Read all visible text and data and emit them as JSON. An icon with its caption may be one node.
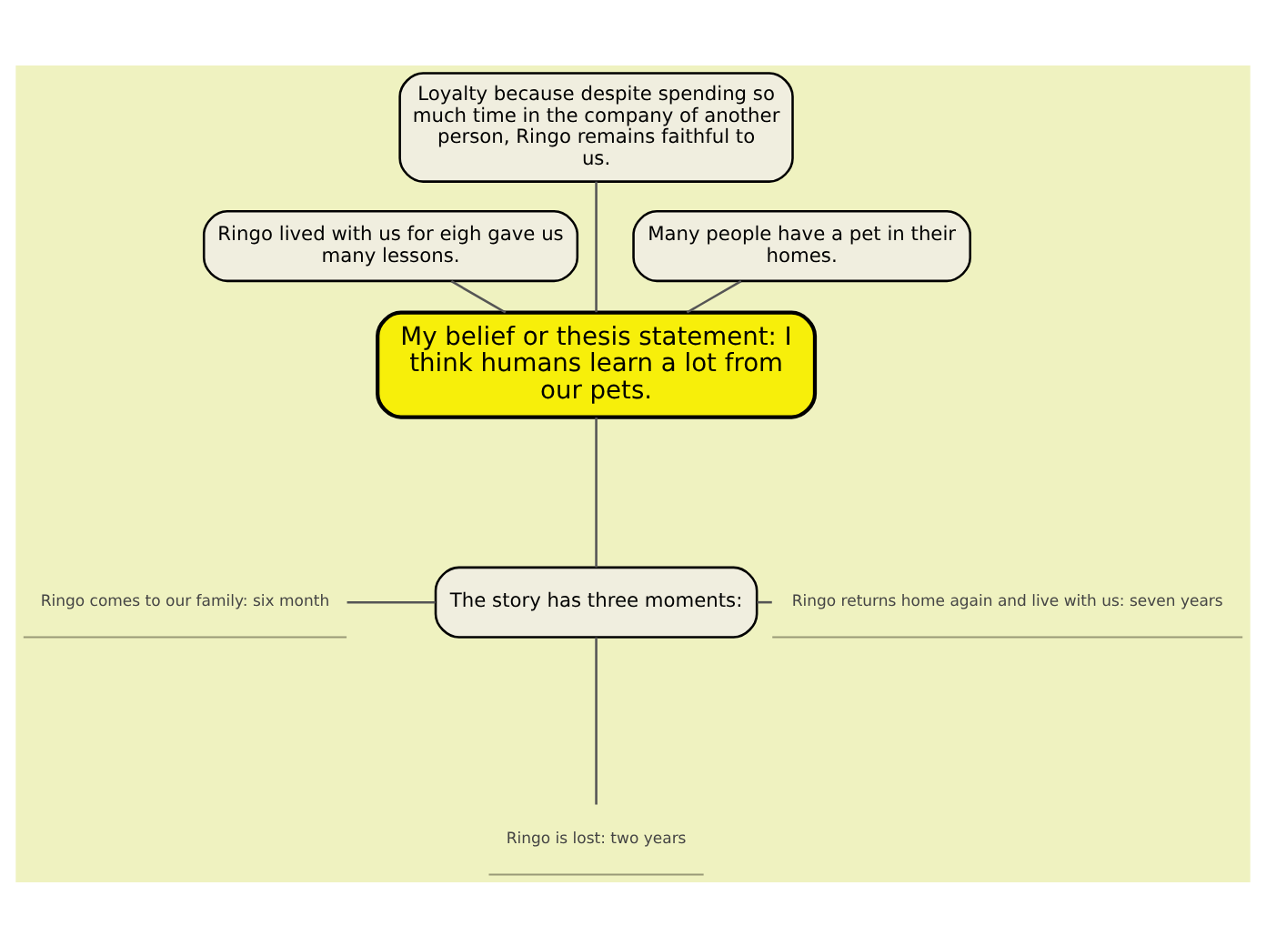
{
  "diagram": {
    "nodes": [
      {
        "text": [
          "My belief or thesis statement: I think humans learn a lot from our pets."
        ]
      },
      {
        "text": [
          "Many people have a pet in their homes."
        ]
      },
      {
        "text": [
          "Loyalty because despite spending so much time in the company of another person, Ringo remains faithful to us."
        ]
      },
      {
        "text": [
          "Ringo lived with us for eigh gave us many lessons."
        ]
      },
      {
        "text": [
          "The story has three moments:"
        ]
      },
      {
        "text": [
          "Ringo comes to our family: six month"
        ]
      },
      {
        "text": [
          "Ringo is lost: two years"
        ]
      },
      {
        "text": [
          "Ringo returns home again and live with us: seven years"
        ]
      }
    ],
    "edges": [
      {
        "from": 0,
        "to": 1,
        "arrow": "none"
      },
      {
        "from": 0,
        "to": 2,
        "arrow": "none"
      },
      {
        "from": 0,
        "to": 3,
        "arrow": "none"
      },
      {
        "from": 0,
        "to": 4,
        "arrow": "none"
      },
      {
        "from": 4,
        "to": 5,
        "arrow": "none"
      },
      {
        "from": 4,
        "to": 6,
        "arrow": "none"
      },
      {
        "from": 4,
        "to": 7,
        "arrow": "none"
      }
    ]
  }
}
